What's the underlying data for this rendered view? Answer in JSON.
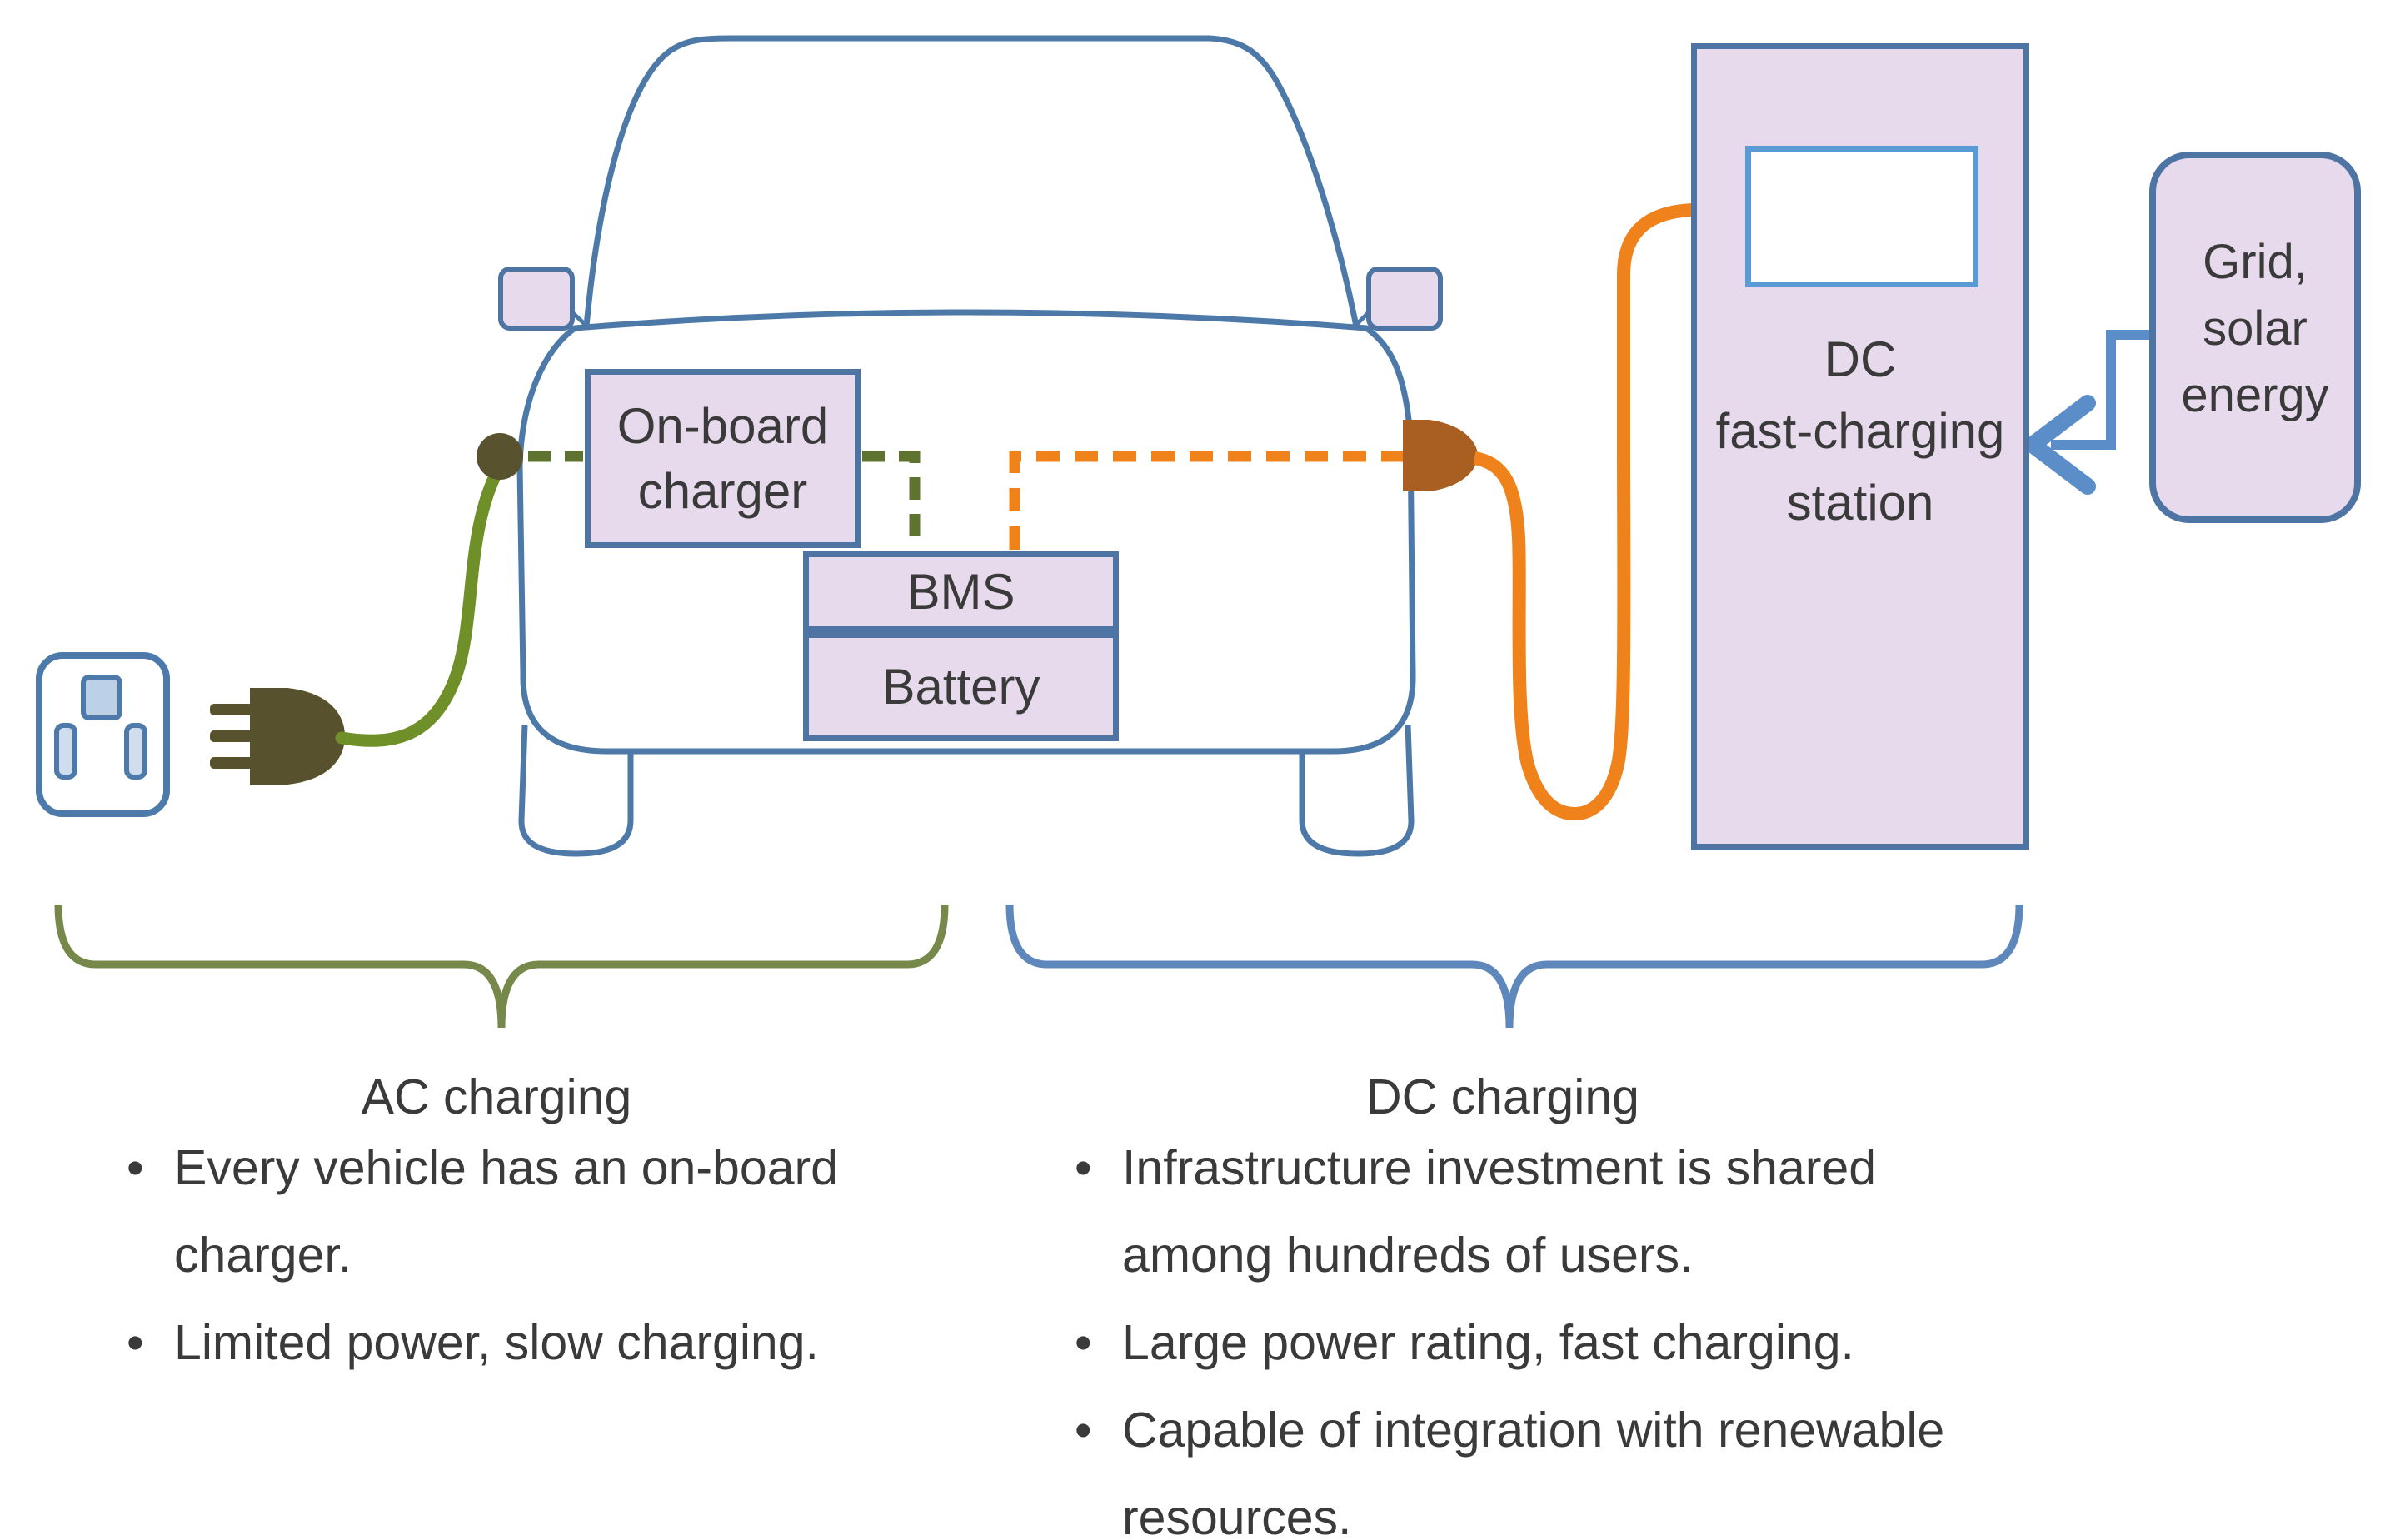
{
  "diagram": {
    "car": {
      "on_board_charger_lines": [
        "On-board",
        "charger"
      ],
      "bms_label": "BMS",
      "battery_label": "Battery"
    },
    "dc_station": {
      "label_lines": [
        "DC",
        "fast-charging",
        "station"
      ]
    },
    "grid_box": {
      "label_lines": [
        "Grid,",
        "solar",
        "energy"
      ]
    },
    "bullet_glyph": "•",
    "ac_section": {
      "title": "AC charging",
      "bullets": [
        {
          "lines": [
            "Every vehicle has an on-board",
            "charger."
          ]
        },
        {
          "lines": [
            "Limited power, slow charging."
          ]
        }
      ]
    },
    "dc_section": {
      "title": "DC charging",
      "bullets": [
        {
          "lines": [
            "Infrastructure investment is shared",
            "among hundreds of users."
          ]
        },
        {
          "lines": [
            "Large power rating, fast charging."
          ]
        },
        {
          "lines": [
            "Capable of integration with renewable",
            "resources."
          ]
        }
      ]
    },
    "colors": {
      "box_fill": "#e6daec",
      "box_border": "#4e74a4",
      "car_outline": "#4d79a8",
      "screen_border": "#5b9bd5",
      "ac_cable_green": "#6f8f28",
      "plug_olive": "#57512d",
      "green_dash": "#5e7330",
      "dc_orange": "#f0821c",
      "connector_brown": "#a95e22",
      "arrow_blue": "#5b8ec8",
      "brace_green": "#76884a",
      "brace_blue": "#5e88bb",
      "text": "#3a3a3a"
    }
  }
}
